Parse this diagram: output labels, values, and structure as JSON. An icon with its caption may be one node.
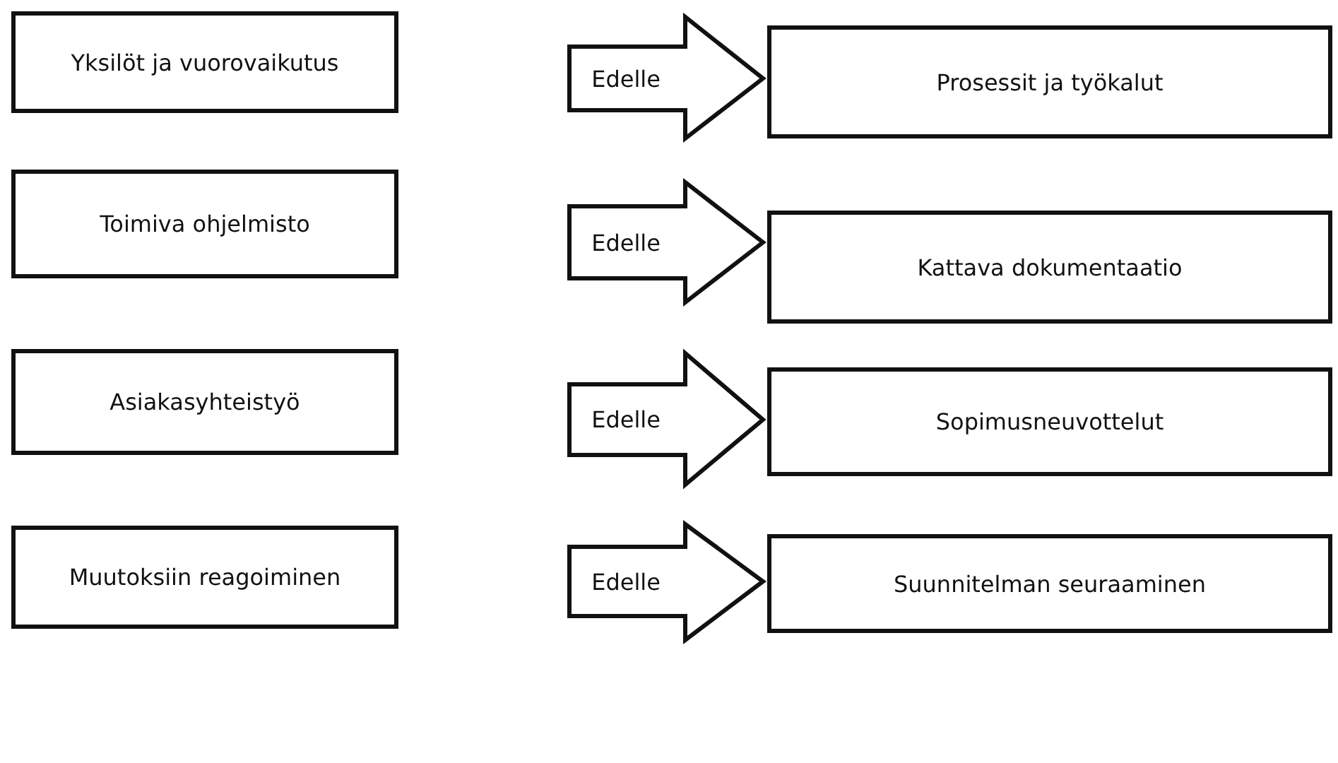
{
  "diagram": {
    "nodes": [
      {
        "text": [
          "Yksilöt ja vuorovaikutus"
        ]
      },
      {
        "text": [
          "Prosessit ja työkalut"
        ]
      },
      {
        "text": [
          "Toimiva ohjelmisto"
        ]
      },
      {
        "text": [
          "Kattava dokumentaatio"
        ]
      },
      {
        "text": [
          "Asiakasyhteistyö"
        ]
      },
      {
        "text": [
          "Sopimusneuvottelut"
        ]
      },
      {
        "text": [
          "Muutoksiin reagoiminen"
        ]
      },
      {
        "text": [
          "Suunnitelman seuraaminen"
        ]
      }
    ],
    "edges": [
      {
        "from": null,
        "to": 1,
        "arrow": "to",
        "label": "Edelle"
      },
      {
        "from": null,
        "to": 3,
        "arrow": "to",
        "label": "Edelle"
      },
      {
        "from": null,
        "to": 5,
        "arrow": "to",
        "label": "Edelle"
      },
      {
        "from": null,
        "to": 7,
        "arrow": "to",
        "label": "Edelle"
      }
    ]
  }
}
